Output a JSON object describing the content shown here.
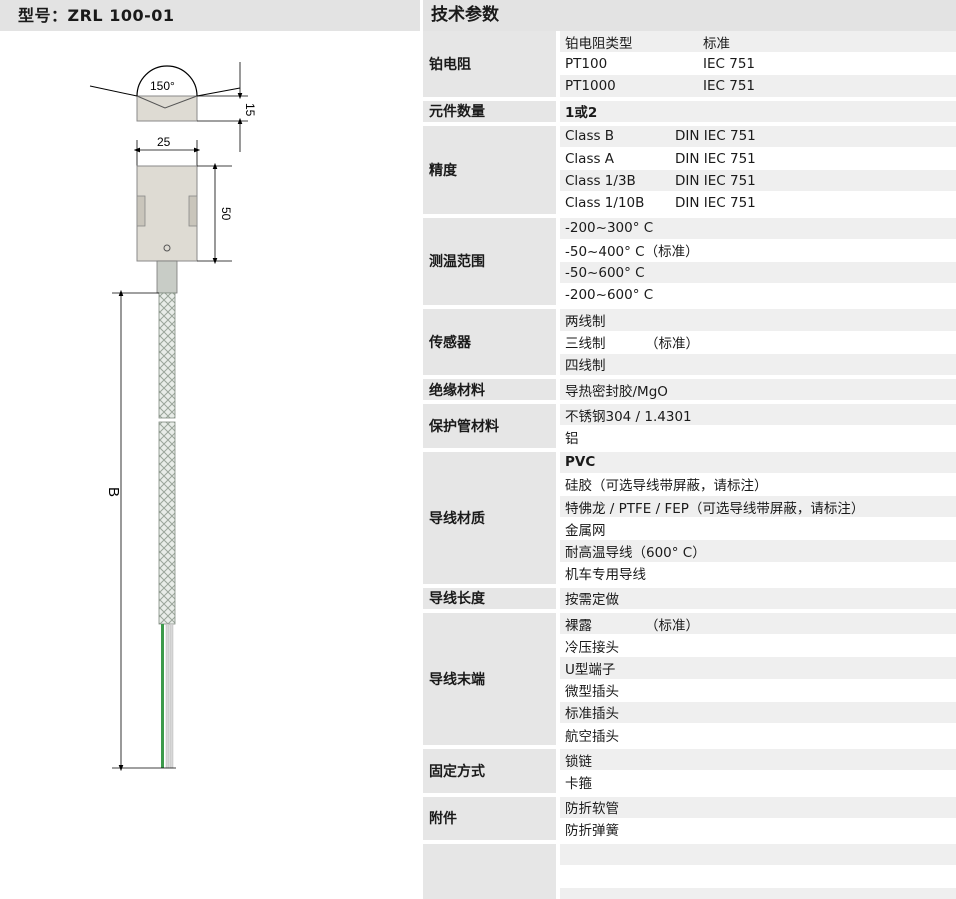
{
  "model": {
    "label": "型号：ZRL 100-01"
  },
  "spec_header": {
    "title": "技术参数"
  },
  "drawing": {
    "angle_label": "150°",
    "dim_height_top": "15",
    "dim_width": "25",
    "dim_height_box": "50",
    "dim_length": "B"
  },
  "specs": [
    {
      "label": "铂电阻",
      "rows": [
        [
          "铂电阻类型",
          "标准"
        ],
        [
          "PT100",
          "IEC 751"
        ],
        [
          "PT1000",
          "IEC 751"
        ]
      ]
    },
    {
      "label": "元件数量",
      "rows": [
        [
          "1或2"
        ]
      ]
    },
    {
      "label": "精度",
      "rows": [
        [
          "Class B",
          "DIN IEC 751"
        ],
        [
          "Class A",
          "DIN IEC 751"
        ],
        [
          "Class 1/3B",
          "DIN IEC 751"
        ],
        [
          "Class 1/10B",
          "DIN IEC 751"
        ]
      ]
    },
    {
      "label": "测温范围",
      "rows": [
        [
          "-200~300° C"
        ],
        [
          "-50~400° C（标准）"
        ],
        [
          "-50~600° C"
        ],
        [
          "-200~600° C"
        ]
      ]
    },
    {
      "label": "传感器",
      "rows": [
        [
          "两线制"
        ],
        [
          "三线制",
          "（标准）"
        ],
        [
          "四线制"
        ]
      ]
    },
    {
      "label": "绝缘材料",
      "rows": [
        [
          "导热密封胶/MgO"
        ]
      ]
    },
    {
      "label": "保护管材料",
      "rows": [
        [
          "不锈钢304 / 1.4301"
        ],
        [
          "铝"
        ]
      ]
    },
    {
      "label": "导线材质",
      "rows": [
        [
          "PVC"
        ],
        [
          "硅胶（可选导线带屏蔽，请标注）"
        ],
        [
          "特佛龙 / PTFE / FEP（可选导线带屏蔽，请标注）"
        ],
        [
          "金属网"
        ],
        [
          "耐高温导线（600° C）"
        ],
        [
          "机车专用导线"
        ]
      ]
    },
    {
      "label": "导线长度",
      "rows": [
        [
          "按需定做"
        ]
      ]
    },
    {
      "label": "导线末端",
      "rows": [
        [
          "裸露",
          "（标准）"
        ],
        [
          "冷压接头"
        ],
        [
          "U型端子"
        ],
        [
          "微型插头"
        ],
        [
          "标准插头"
        ],
        [
          "航空插头"
        ]
      ]
    },
    {
      "label": "固定方式",
      "rows": [
        [
          "锁链"
        ],
        [
          "卡箍"
        ]
      ]
    },
    {
      "label": "附件",
      "rows": [
        [
          "防折软管"
        ],
        [
          "防折弹簧"
        ]
      ]
    }
  ]
}
